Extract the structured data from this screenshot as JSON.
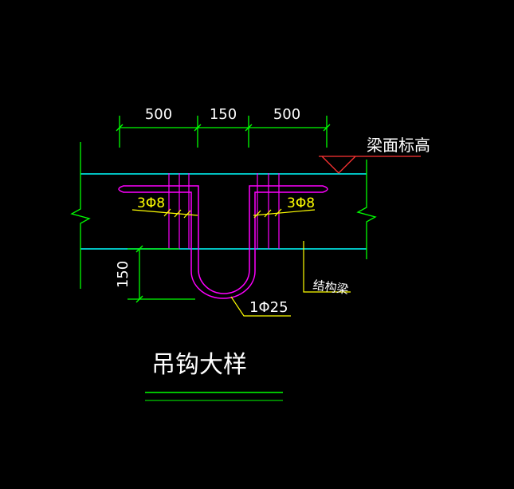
{
  "colors": {
    "background": "#000000",
    "dimension": "#00ff00",
    "beam_outline": "#00ffff",
    "stirrup": "#ff00ff",
    "hook": "#ff00ff",
    "leader": "#ffff00",
    "label_text": "#ffffff",
    "annotation_text": "#ffff00",
    "level_marker": "#ff3333",
    "title_underline": "#00ff00"
  },
  "dimensions": {
    "left": "500",
    "middle": "150",
    "right": "500",
    "vertical": "150"
  },
  "labels": {
    "beam_top_level": "梁面标高",
    "stirrups_left": "3Φ8",
    "stirrups_right": "3Φ8",
    "hook_bar": "1Φ25",
    "structural_beam": "结构梁",
    "title": "吊钩大样"
  }
}
